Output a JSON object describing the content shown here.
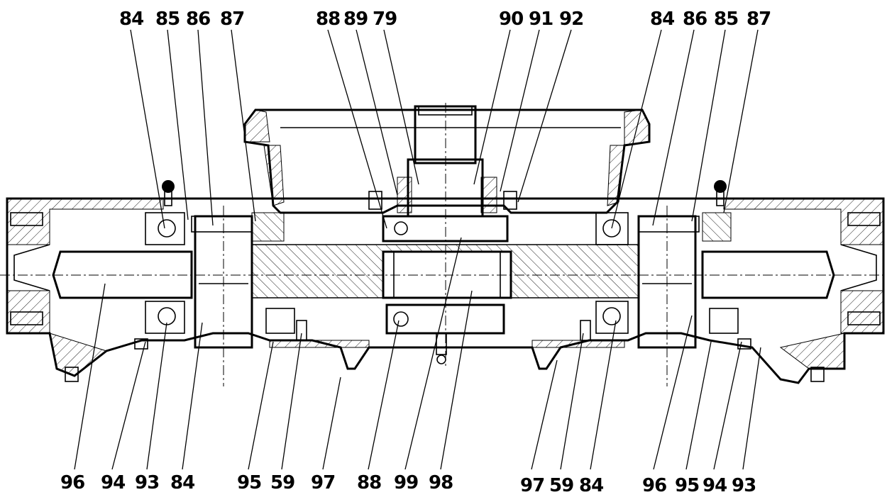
{
  "top_labels": [
    "84",
    "85",
    "86",
    "87",
    "88",
    "89",
    "79",
    "90",
    "91",
    "92",
    "84",
    "86",
    "85",
    "87"
  ],
  "bottom_labels": [
    "96",
    "94",
    "93",
    "84",
    "95",
    "59",
    "97",
    "88",
    "99",
    "98",
    "97",
    "59",
    "84",
    "96",
    "95",
    "94",
    "93"
  ]
}
